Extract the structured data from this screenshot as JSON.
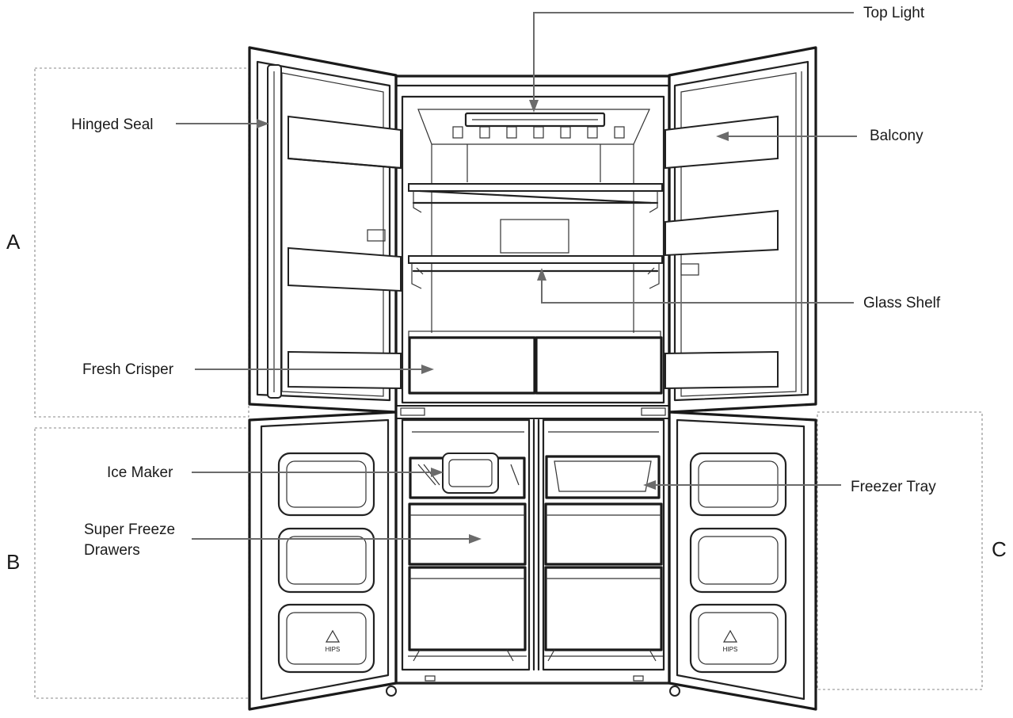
{
  "labels": {
    "top_light": "Top Light",
    "hinged_seal": "Hinged Seal",
    "balcony": "Balcony",
    "glass_shelf": "Glass Shelf",
    "fresh_crisper": "Fresh Crisper",
    "ice_maker": "Ice Maker",
    "freezer_tray": "Freezer Tray",
    "super_freeze_line1": "Super Freeze",
    "super_freeze_line2": "Drawers"
  },
  "sections": {
    "a": "A",
    "b": "B",
    "c": "C"
  },
  "door_marks": {
    "left": "HIPS",
    "right": "HIPS"
  }
}
